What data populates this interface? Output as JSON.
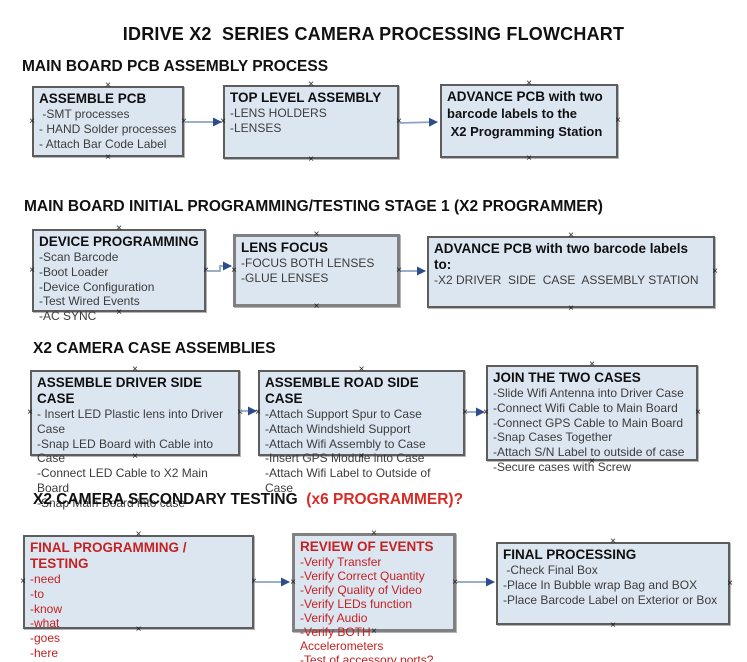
{
  "ui": {
    "handle_glyph": "×"
  },
  "title": "IDRIVE X2  SERIES CAMERA PROCESSING FLOWCHART",
  "colors": {
    "box_fill": "#dce6f1",
    "box_border": "#5d5d5d",
    "arrow_line": "#8ca2c4",
    "arrow_head": "#2e4c8c",
    "red": "#c42222",
    "red_heading": "#d92b26"
  },
  "sections": [
    {
      "heading": "MAIN BOARD PCB ASSEMBLY PROCESS",
      "boxes": [
        {
          "title": "ASSEMBLE PCB",
          "items": [
            " -SMT processes",
            "- HAND Solder processes",
            "- Attach Bar Code Label"
          ]
        },
        {
          "title": "TOP LEVEL ASSEMBLY",
          "items": [
            "-LENS HOLDERS",
            "-LENSES"
          ]
        },
        {
          "title": "ADVANCE PCB with two",
          "items": [
            "barcode labels to the",
            " X2 Programming Station"
          ]
        }
      ]
    },
    {
      "heading": "MAIN BOARD INITIAL PROGRAMMING/TESTING STAGE 1 (X2 PROGRAMMER)",
      "boxes": [
        {
          "title": "DEVICE PROGRAMMING",
          "items": [
            "-Scan Barcode",
            "-Boot Loader",
            "-Device Configuration",
            "-Test Wired Events",
            "-AC SYNC"
          ]
        },
        {
          "title": "LENS FOCUS",
          "items": [
            "-FOCUS BOTH LENSES",
            "-GLUE LENSES"
          ]
        },
        {
          "title": "ADVANCE PCB with two barcode labels to:",
          "items": [
            "-X2 DRIVER  SIDE  CASE  ASSEMBLY STATION"
          ]
        }
      ]
    },
    {
      "heading": "X2 CAMERA CASE ASSEMBLIES",
      "boxes": [
        {
          "title": "ASSEMBLE DRIVER SIDE CASE",
          "items": [
            "- Insert LED Plastic lens into Driver Case",
            "-Snap LED Board with Cable into Case",
            "-Connect LED Cable to X2 Main Board",
            "-Snap Main Board into case"
          ]
        },
        {
          "title": "ASSEMBLE ROAD SIDE CASE",
          "items": [
            "-Attach Support Spur to Case",
            "-Attach Windshield Support",
            "-Attach Wifi Assembly to Case",
            "-Insert GPS Module into Case",
            "-Attach Wifi Label to Outside of Case"
          ]
        },
        {
          "title": "JOIN THE TWO CASES",
          "items": [
            "-Slide Wifi Antenna into Driver Case",
            "-Connect Wifi Cable to Main Board",
            "-Connect GPS Cable to Main Board",
            "-Snap Cases Together",
            "-Attach S/N Label to outside of case",
            "-Secure cases with Screw"
          ]
        }
      ]
    },
    {
      "heading": "X2 CAMERA SECONDARY TESTING ",
      "heading_red": " (x6 PROGRAMMER)?",
      "boxes": [
        {
          "title": "FINAL PROGRAMMING / TESTING",
          "items": [
            "-need",
            "-to",
            "-know",
            "-what",
            "-goes",
            "-here"
          ]
        },
        {
          "title": "REVIEW OF EVENTS",
          "items": [
            "-Verify Transfer",
            "-Verify Correct Quantity",
            "-Verify Quality of Video",
            "-Verify LEDs function",
            "-Verify Audio",
            "-Verify BOTH Accelerometers",
            "-Test of accessory ports?"
          ]
        },
        {
          "title": "FINAL PROCESSING",
          "items": [
            " -Check Final Box",
            "-Place In Bubble wrap Bag and BOX",
            "-Place Barcode Label on Exterior or Box"
          ]
        }
      ]
    }
  ]
}
